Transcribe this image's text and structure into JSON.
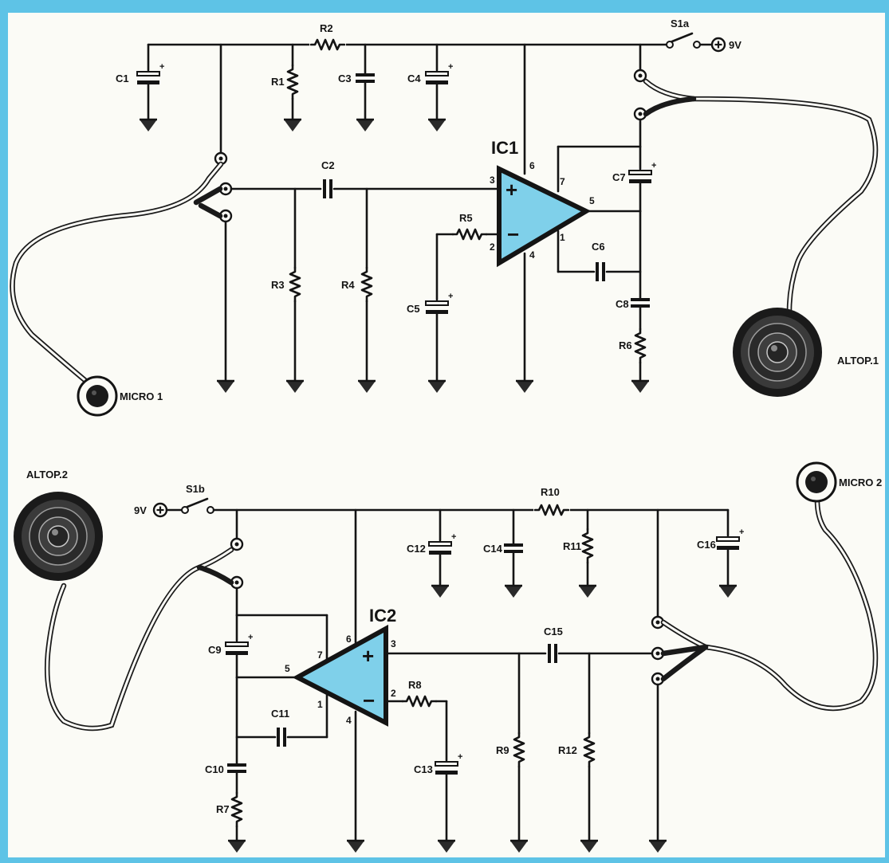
{
  "supply": {
    "top": "9V",
    "bottom": "9V"
  },
  "switches": {
    "top": "S1a",
    "bottom": "S1b"
  },
  "ics": {
    "top": "IC1",
    "bottom": "IC2"
  },
  "transducers": {
    "micro1": "MICRO 1",
    "micro2": "MICRO 2",
    "altop1": "ALTOP.1",
    "altop2": "ALTOP.2"
  },
  "resistors": {
    "R1": "R1",
    "R2": "R2",
    "R3": "R3",
    "R4": "R4",
    "R5": "R5",
    "R6": "R6",
    "R7": "R7",
    "R8": "R8",
    "R9": "R9",
    "R10": "R10",
    "R11": "R11",
    "R12": "R12"
  },
  "capacitors": {
    "C1": "C1",
    "C2": "C2",
    "C3": "C3",
    "C4": "C4",
    "C5": "C5",
    "C6": "C6",
    "C7": "C7",
    "C8": "C8",
    "C9": "C9",
    "C10": "C10",
    "C11": "C11",
    "C12": "C12",
    "C13": "C13",
    "C14": "C14",
    "C15": "C15",
    "C16": "C16"
  },
  "pins": {
    "p1": "1",
    "p2": "2",
    "p3": "3",
    "p4": "4",
    "p5": "5",
    "p6": "6",
    "p7": "7"
  },
  "opamp_signs": {
    "plus": "+",
    "minus": "−"
  },
  "polarity_mark": "+",
  "colors": {
    "border": "#5ec3e6",
    "opamp_fill": "#7fd0ea",
    "ink": "#141414",
    "paper": "#fbfbf6"
  }
}
